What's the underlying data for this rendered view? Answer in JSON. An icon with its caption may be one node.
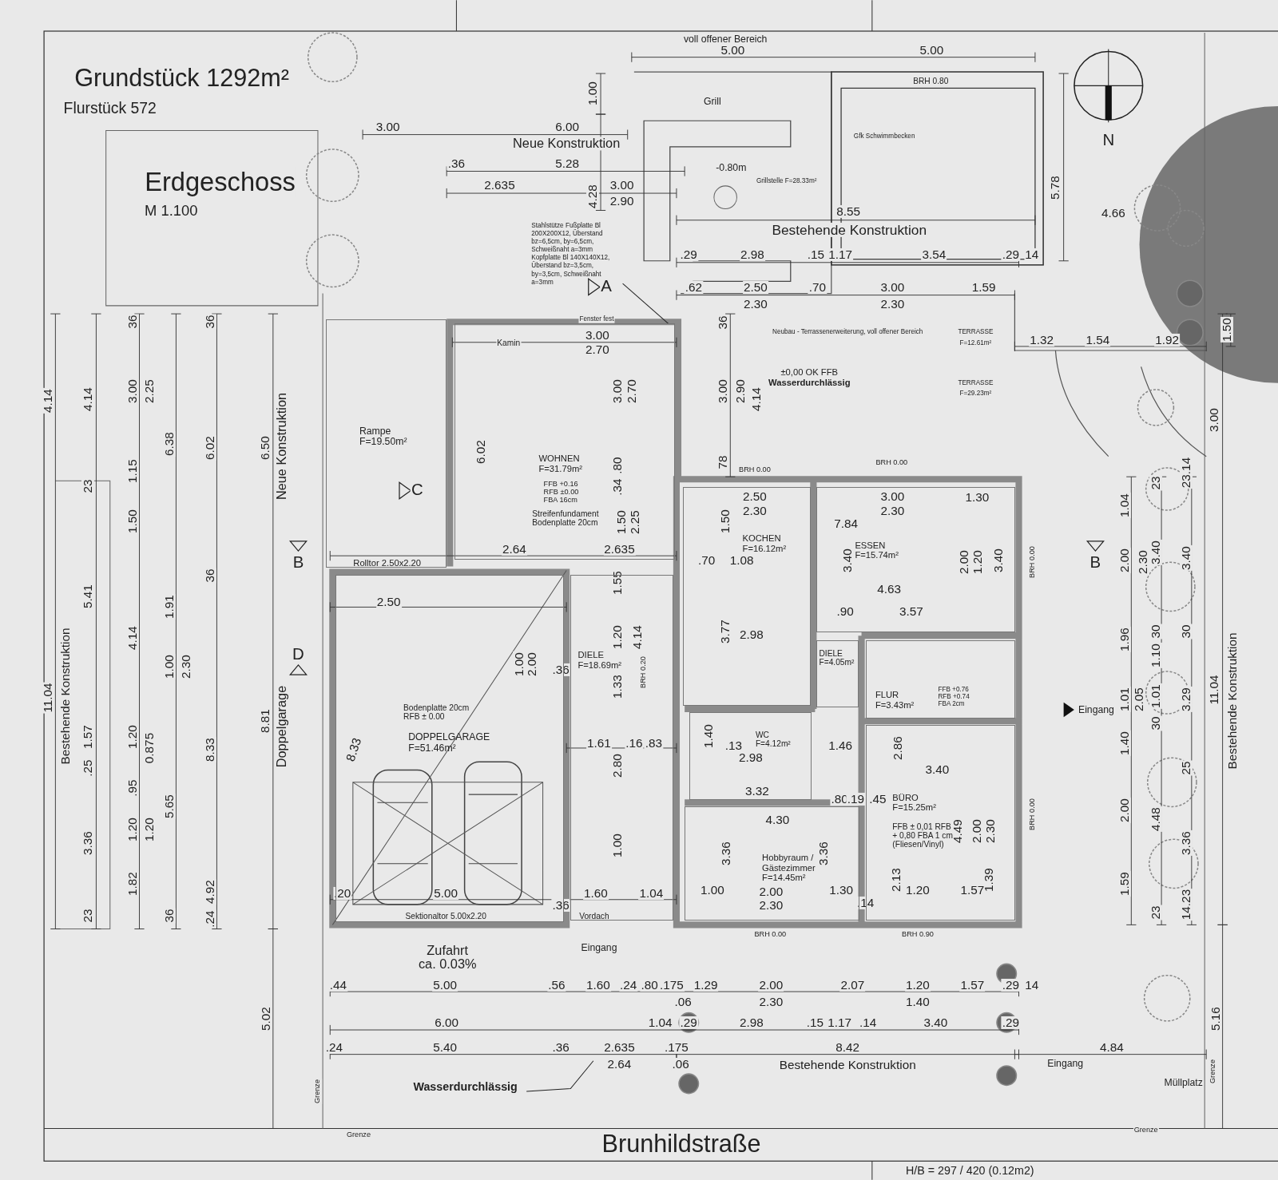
{
  "diagram": {
    "title": "Erdgeschoss",
    "nodes": [
      {
        "text": [
          "WOHNEN F=31.79m²",
          "FFB +0.16 RFB ±0.00 FBA 16cm",
          "Streifenfundament Bodenplatte 20cm"
        ]
      },
      {
        "text": [
          "DIELE F=18.69m²"
        ]
      },
      {
        "text": [
          "Bodenplatte 20cm RFB ± 0.00",
          "DOPPELGARAGE F=51.46m²"
        ]
      },
      {
        "text": [
          "Rampe F=19.50m²"
        ]
      },
      {
        "text": [
          "KOCHEN F=16.12m²"
        ]
      },
      {
        "text": [
          "ESSEN F=15.74m²"
        ]
      },
      {
        "text": [
          "DIELE F=4.05m²"
        ]
      },
      {
        "text": [
          "FLUR F=3.43m²",
          "FFB +0.76 RFB +0.74 FBA 2cm"
        ]
      },
      {
        "text": [
          "WC F=4.12m²"
        ]
      },
      {
        "text": [
          "BÜRO F=15.25m²",
          "FFB ± 0,01 RFB + 0,80 FBA 1 cm (Fliesen/Vinyl)"
        ]
      },
      {
        "text": [
          "Hobbyraum / Gästezimmer F=14.45m²"
        ]
      },
      {
        "text": [
          "Stahlstütze Fußplatte Bl 200X200X12, Überstand bz=6,5cm, by=6,5cm, Schweißnaht a=3mm Kopfplatte Bl 140X140X12, Überstand bz=3,5cm, by=3,5cm, Schweißnaht a=3mm"
        ]
      },
      {
        "text": [
          "Wasserdurchlässig"
        ]
      }
    ],
    "edges": [
      {
        "from": 11,
        "to": 0,
        "arrow": "none"
      },
      {
        "from": 12,
        "to": null,
        "arrow": "none"
      }
    ],
    "labels": [
      "Grundstück 1292m²",
      "Flurstück 572",
      "M 1.100",
      "voll offener Bereich",
      "5.00",
      "5.00",
      "BRH 0.80",
      "1.00",
      "Grill",
      "3.00",
      "6.00",
      "Neue Konstruktion",
      "N",
      ".36",
      "5.28",
      "-0.80m",
      "Grillstelle F=28.33m²",
      "Gfk Schwimmbecken",
      "2.635",
      "3.00",
      "4.28",
      "2.90",
      "5.78",
      "8.55",
      "4.66",
      "Bestehende Konstruktion",
      ".29",
      "2.98",
      ".15",
      "1.17",
      "3.54",
      ".29",
      "14",
      ".62",
      "2.50",
      ".70",
      "3.00",
      "1.59",
      "A",
      "2.30",
      "2.30",
      "Fenster fest",
      "36",
      "3.00",
      "1.32",
      "1.54",
      "1.92",
      "1.50",
      "Neubau - Terrassenerweiterung, voll offener Bereich",
      "TERRASSE",
      "F=12.61m²",
      "Kamin",
      "2.70",
      "±0,00 OK FFB",
      "Wasserdurchlässig",
      "TERRASSE",
      "F=29.23m²",
      "3.00",
      "2.70",
      "3.00",
      "2.90",
      "4.14",
      "3.00",
      "4.14",
      "4.14",
      "36",
      "36",
      "3.00",
      "2.25",
      "6.38",
      "6.02",
      "6.50",
      "Neue Konstruktion",
      "1.15",
      "23",
      "1.50",
      "36",
      "5.41",
      "1.91",
      "4.14",
      "1.00",
      "2.30",
      "11.04",
      "Bestehende Konstruktion",
      "1.57",
      "1.20",
      "0.875",
      "8.33",
      "8.81",
      "Doppelgarage",
      ".25",
      ".95",
      "5.65",
      "1.20",
      "1.20",
      "3.36",
      "1.82",
      "4.92",
      "23",
      "36",
      ".24",
      "6.02",
      ".80",
      "78",
      ".34",
      "1.50",
      "2.25",
      "C",
      "B",
      "B",
      "D",
      "BRH 0.00",
      "BRH 0.00",
      "2.64",
      "2.635",
      "Rolltor 2.50x2.20",
      "2.50",
      "1.55",
      "1.20",
      "4.14",
      "1.00",
      "2.00",
      ".36",
      "BRH 0.20",
      "1.33",
      "8.33",
      "1.61",
      ".16",
      ".83",
      "2.80",
      "1.00",
      "2.50",
      "3.00",
      "1.30",
      "2.30",
      "2.30",
      "1.50",
      "7.84",
      ".70",
      "1.08",
      "3.40",
      "2.00",
      "1.20",
      "3.40",
      "4.63",
      ".90",
      "3.57",
      "3.77",
      "2.98",
      "1.40",
      ".13",
      "1.46",
      "2.98",
      "2.86",
      "3.40",
      "3.32",
      ".80",
      ".19",
      ".45",
      "4.30",
      "4.49",
      "2.00",
      "2.30",
      "3.36",
      "3.36",
      "2.13",
      "1.39",
      "1.00",
      "2.00",
      "1.30",
      "1.20",
      "1.57",
      "2.30",
      ".14",
      ".20",
      "5.00",
      "1.60",
      "1.04",
      ".36",
      "Sektionaltor 5.00x2.20",
      "Vordach",
      "BRH 0.00",
      "BRH 0.90",
      "BRH 0.00",
      "BRH 0.00",
      "Eingang",
      "Zufahrt ca. 0.03%",
      "23.14",
      "23",
      "1.04",
      "2.00",
      "2.30",
      "3.40",
      "3.40",
      "1.96",
      "30",
      "30",
      "1.10",
      "11.04",
      "Bestehende Konstruktion",
      "1.01",
      "2.05",
      "1.01",
      "3.29",
      "Eingang",
      "30",
      "1.40",
      "25",
      "2.00",
      "4.48",
      "3.36",
      "1.59",
      "14.23",
      "23",
      ".44",
      "5.00",
      ".56",
      "1.60",
      ".24",
      ".80",
      ".175",
      "1.29",
      "2.00",
      "2.07",
      "1.20",
      "1.57",
      ".29",
      "14",
      ".06",
      "2.30",
      "1.40",
      "6.00",
      "1.04",
      ".29",
      "2.98",
      ".15",
      "1.17",
      ".14",
      "3.40",
      ".29",
      ".24",
      "5.40",
      ".36",
      "2.635",
      ".175",
      "8.42",
      "2.64",
      ".06",
      "Bestehende Konstruktion",
      "5.02",
      "5.16",
      "4.84",
      "Eingang",
      "Grenze",
      "Müllplatz",
      "Grenze",
      "Grenze",
      "Grenze",
      "Brunhildstraße",
      "H/B = 297 / 420 (0.12m2)"
    ]
  }
}
